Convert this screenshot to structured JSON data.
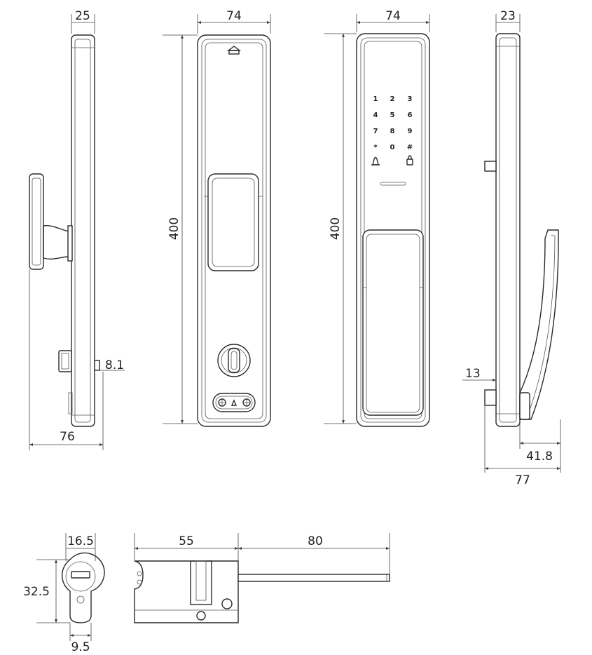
{
  "dimensions": {
    "side_left_thickness": "25",
    "front_width": "74",
    "keypad_width": "74",
    "side_right_thickness": "23",
    "front_height": "400",
    "keypad_height": "400",
    "side_left_depth": "76",
    "side_left_tail": "8.1",
    "side_right_offset": "13",
    "handle_projection": "41.8",
    "side_right_depth": "77",
    "cylinder_head_width": "16.5",
    "cylinder_height": "32.5",
    "cylinder_cam_width": "9.5",
    "cylinder_length": "55",
    "spindle_length": "80"
  },
  "keypad": {
    "rows": [
      [
        "1",
        "2",
        "3"
      ],
      [
        "4",
        "5",
        "6"
      ],
      [
        "7",
        "8",
        "9"
      ],
      [
        "*",
        "0",
        "#"
      ]
    ]
  },
  "icons": [
    "bell-icon",
    "lock-icon",
    "house-icon",
    "screw-icon"
  ]
}
